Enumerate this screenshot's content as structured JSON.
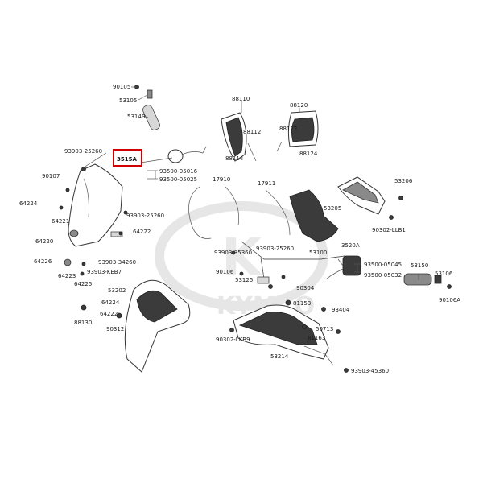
{
  "watermark": {
    "brand": "KYMCO",
    "color": "#e6e6e6"
  },
  "highlight": {
    "label": "3515A",
    "color": "#d00000"
  },
  "labels": {
    "p90105": "90105",
    "p53105": "53105",
    "p53140": "53140",
    "p88110": "88110",
    "p88112": "88112",
    "p88114": "88114",
    "p88120": "88120",
    "p88122": "88122",
    "p88124": "88124",
    "p93903_25260a": "93903-25260",
    "p90107": "90107",
    "p3515A": "3515A",
    "p93500_05016": "93500-05016",
    "p93500_05025": "93500-05025",
    "p17910": "17910",
    "p17911": "17911",
    "p53206": "53206",
    "p53205": "53205",
    "p64224a": "64224",
    "p64221": "64221",
    "p93903_25260b": "93903-25260",
    "p64222": "64222",
    "p64220": "64220",
    "p90302_LLB1": "90302-LLB1",
    "p93903_25260c": "93903-25260",
    "p3520A": "3520A",
    "p93903_35360": "93903-35360",
    "p53100": "53100",
    "p93500_05045": "93500-05045",
    "p93500_05032": "93500-05032",
    "p53150": "53150",
    "p53106": "53106",
    "p64226": "64226",
    "p93903_34260": "93903-34260",
    "p64223": "64223",
    "p93903_KEB7": "93903-KEB7",
    "p64225": "64225",
    "p90106": "90106",
    "p53125": "53125",
    "p90304": "90304",
    "p90106A": "90106A",
    "p53202": "53202",
    "p64224b": "64224",
    "p81153": "81153",
    "p93404": "93404",
    "p64222b": "64222",
    "p88130": "88130",
    "p90312": "90312",
    "p50713": "50713",
    "p81163": "81163",
    "p90302_LKB9": "90302-LKB9",
    "p53214": "53214",
    "p93903_45360": "93903-45360"
  }
}
